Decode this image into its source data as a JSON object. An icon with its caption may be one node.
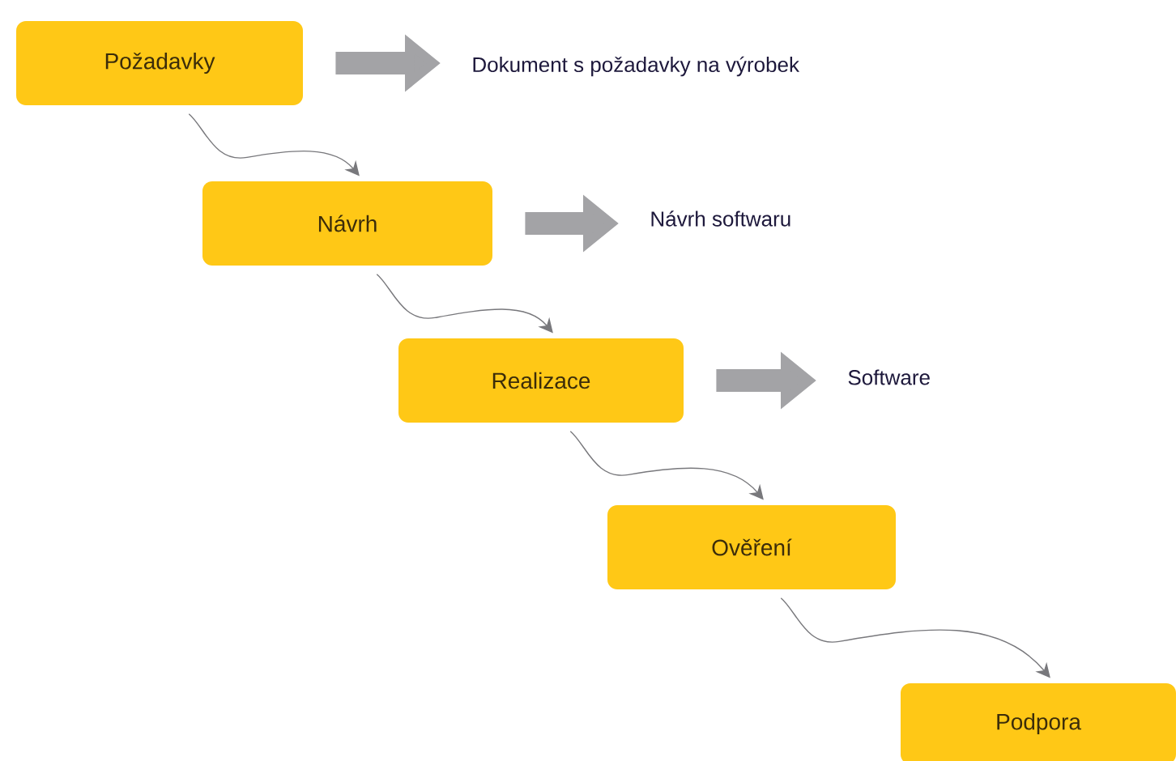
{
  "diagram": {
    "nodes": [
      {
        "text": [
          "Požadavky"
        ]
      },
      {
        "text": [
          "Návrh"
        ]
      },
      {
        "text": [
          "Realizace"
        ]
      },
      {
        "text": [
          "Ověření"
        ]
      },
      {
        "text": [
          "Podpora"
        ]
      },
      {
        "text": [
          "Dokument s požadavky na výrobek"
        ]
      },
      {
        "text": [
          "Návrh softwaru"
        ]
      },
      {
        "text": [
          "Software"
        ]
      }
    ],
    "edges": [
      {
        "from": 0,
        "to": 1,
        "arrow": "to"
      },
      {
        "from": 1,
        "to": 2,
        "arrow": "to"
      },
      {
        "from": 2,
        "to": 3,
        "arrow": "to"
      },
      {
        "from": 3,
        "to": 4,
        "arrow": "to"
      },
      {
        "from": 0,
        "to": 5,
        "arrow": "to",
        "style": "thick",
        "color": "#a3a3a6"
      },
      {
        "from": 1,
        "to": 6,
        "arrow": "to",
        "style": "thick",
        "color": "#a3a3a6"
      },
      {
        "from": 2,
        "to": 7,
        "arrow": "to",
        "style": "thick",
        "color": "#a3a3a6"
      }
    ]
  }
}
